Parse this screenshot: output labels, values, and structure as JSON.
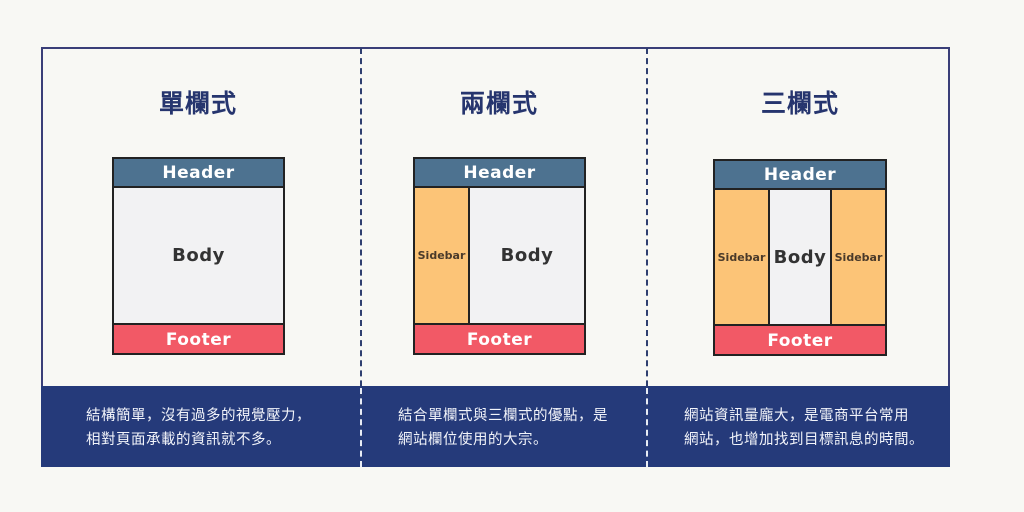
{
  "colors": {
    "frame": "#3a3f78",
    "band": "#253a7a",
    "title": "#26356e",
    "header": "#4d7290",
    "footer": "#f25966",
    "sidebar": "#fcc477",
    "body": "#f2f2f3",
    "background": "#f8f8f4"
  },
  "columns": [
    {
      "title": "單欄式",
      "header": "Header",
      "body": "Body",
      "footer": "Footer",
      "sidebars": [],
      "description": [
        "結構簡單，沒有過多的視覺壓力，",
        "相對頁面承載的資訊就不多。"
      ]
    },
    {
      "title": "兩欄式",
      "header": "Header",
      "body": "Body",
      "footer": "Footer",
      "sidebars": [
        "Sidebar"
      ],
      "description": [
        "結合單欄式與三欄式的優點，是",
        "網站欄位使用的大宗。"
      ]
    },
    {
      "title": "三欄式",
      "header": "Header",
      "body": "Body",
      "footer": "Footer",
      "sidebars": [
        "Sidebar",
        "Sidebar"
      ],
      "description": [
        "網站資訊量龐大，是電商平台常用",
        "網站，也增加找到目標訊息的時間。"
      ]
    }
  ]
}
